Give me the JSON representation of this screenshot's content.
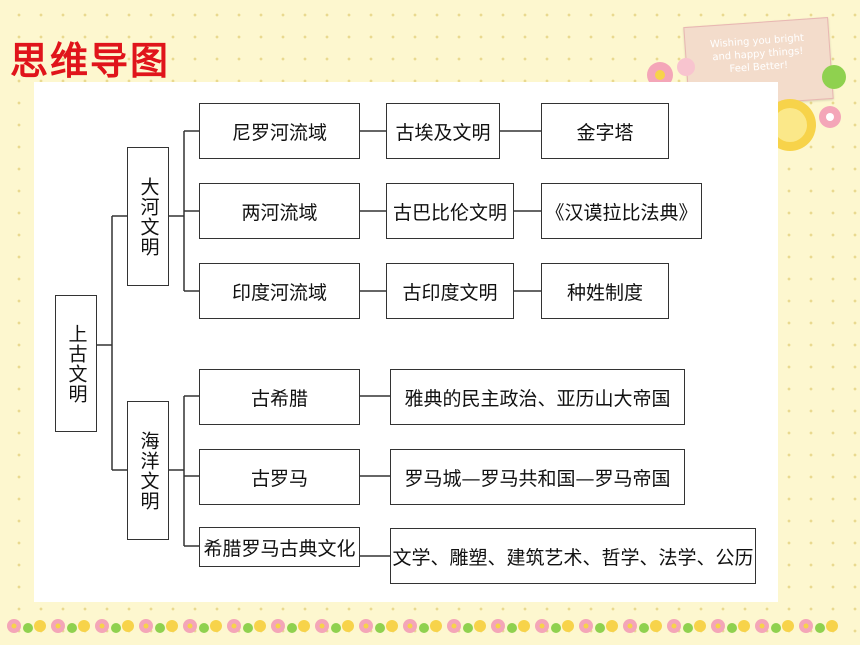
{
  "title": "思维导图",
  "card": {
    "line1": "Wishing you bright",
    "line2": "and happy things!",
    "line3": "Feel Better!"
  },
  "colors": {
    "title": "#e0141b",
    "background": "#fdf7cf",
    "border": "#333333"
  },
  "mindmap": {
    "root": "上古文明",
    "branches": [
      {
        "label": "大河文明",
        "items": [
          {
            "region": "尼罗河流域",
            "civilization": "古埃及文明",
            "achievement": "金字塔"
          },
          {
            "region": "两河流域",
            "civilization": "古巴比伦文明",
            "achievement": "《汉谟拉比法典》"
          },
          {
            "region": "印度河流域",
            "civilization": "古印度文明",
            "achievement": "种姓制度"
          }
        ]
      },
      {
        "label": "海洋文明",
        "items": [
          {
            "region": "古希腊",
            "achievement": "雅典的民主政治、亚历山大帝国"
          },
          {
            "region": "古罗马",
            "achievement": "罗马城—罗马共和国—罗马帝国"
          },
          {
            "region": "希腊罗马古典文化",
            "achievement": "文学、雕塑、建筑艺术、哲学、法学、公历"
          }
        ]
      }
    ]
  }
}
